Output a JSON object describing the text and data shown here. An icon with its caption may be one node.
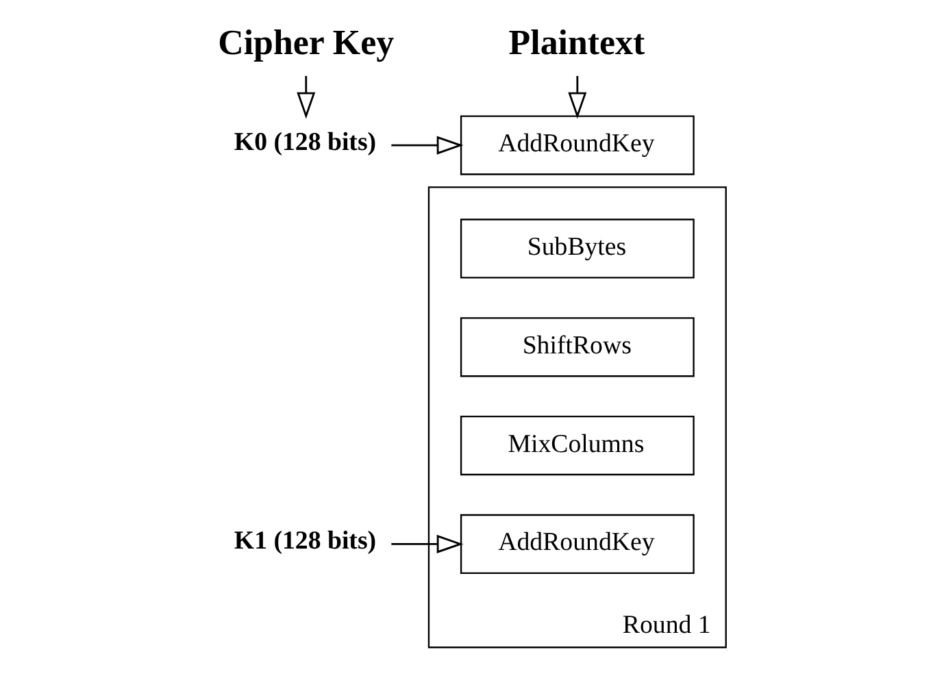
{
  "diagram": {
    "nodes": [
      {
        "text": [
          "Cipher Key"
        ]
      },
      {
        "text": [
          "K0 (128 bits)"
        ]
      },
      {
        "text": [
          "Plaintext"
        ]
      },
      {
        "text": [
          "AddRoundKey"
        ]
      },
      {
        "text": [
          "Round 1"
        ]
      },
      {
        "text": [
          "SubBytes"
        ],
        "in": 4
      },
      {
        "text": [
          "ShiftRows"
        ],
        "in": 4
      },
      {
        "text": [
          "MixColumns"
        ],
        "in": 4
      },
      {
        "text": [
          "AddRoundKey"
        ],
        "in": 4
      },
      {
        "text": [
          "K1 (128 bits)"
        ]
      }
    ],
    "edges": [
      {
        "from": 0,
        "to": 1,
        "arrow": "to"
      },
      {
        "from": 2,
        "to": 3,
        "arrow": "to"
      },
      {
        "from": 1,
        "to": 3,
        "arrow": "to"
      },
      {
        "from": 9,
        "to": 8,
        "arrow": "to"
      }
    ]
  }
}
